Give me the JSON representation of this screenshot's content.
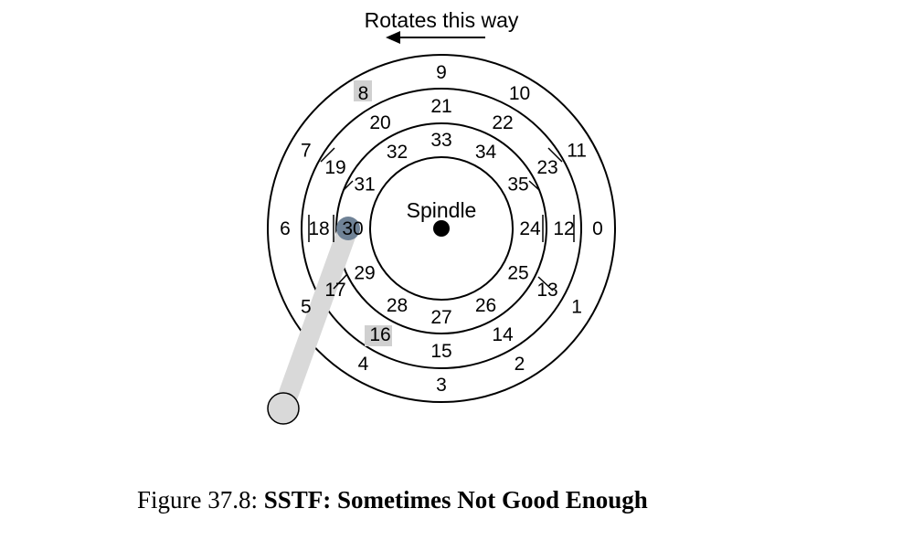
{
  "direction_label": "Rotates this way",
  "spindle_label": "Spindle",
  "tracks": [
    {
      "name": "outer",
      "sectors": [
        "9",
        "10",
        "11",
        "0",
        "1",
        "2",
        "3",
        "4",
        "5",
        "6",
        "7",
        "8"
      ]
    },
    {
      "name": "middle",
      "sectors": [
        "21",
        "22",
        "23",
        "12",
        "13",
        "14",
        "15",
        "16",
        "17",
        "18",
        "19",
        "20"
      ]
    },
    {
      "name": "inner",
      "sectors": [
        "33",
        "34",
        "35",
        "24",
        "25",
        "26",
        "27",
        "28",
        "29",
        "30",
        "31",
        "32"
      ]
    }
  ],
  "highlighted_requests": [
    "8",
    "16"
  ],
  "head_position_sector": "30",
  "colors": {
    "request_highlight": "#d0d0d0",
    "head_marker": "#6f8296",
    "arm": "#d9d9d9",
    "arm_pivot": "#d9d9d9",
    "lines": "#000000"
  },
  "caption": {
    "prefix": "Figure 37.8:",
    "title": "SSTF: Sometimes Not Good Enough"
  }
}
